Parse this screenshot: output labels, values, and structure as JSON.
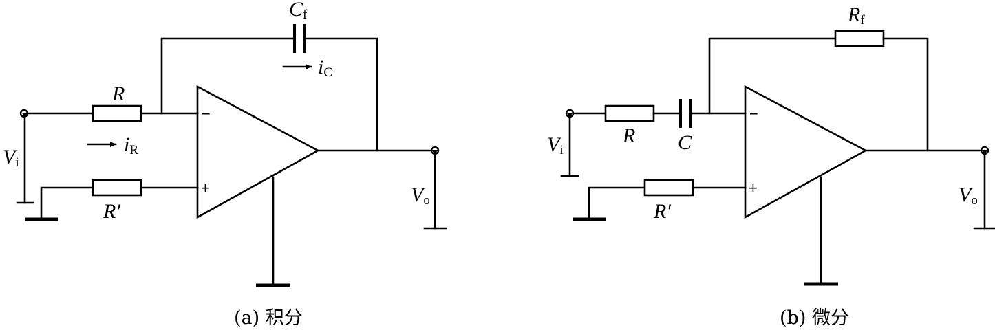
{
  "diagram_a": {
    "caption": "(a) 积分",
    "labels": {
      "resistor_r": "R",
      "resistor_r_prime": "R′",
      "capacitor_cf_main": "C",
      "capacitor_cf_sub": "f",
      "current_ic_main": "i",
      "current_ic_sub": "C",
      "current_ir_main": "i",
      "current_ir_sub": "R",
      "vin_main": "V",
      "vin_sub": "i",
      "vout_main": "V",
      "vout_sub": "o",
      "inverting": "−",
      "noninverting": "+"
    }
  },
  "diagram_b": {
    "caption": "(b) 微分",
    "labels": {
      "resistor_r": "R",
      "resistor_r_prime": "R′",
      "capacitor_c": "C",
      "resistor_rf_main": "R",
      "resistor_rf_sub": "f",
      "vin_main": "V",
      "vin_sub": "i",
      "vout_main": "V",
      "vout_sub": "o",
      "inverting": "−",
      "noninverting": "+"
    }
  }
}
